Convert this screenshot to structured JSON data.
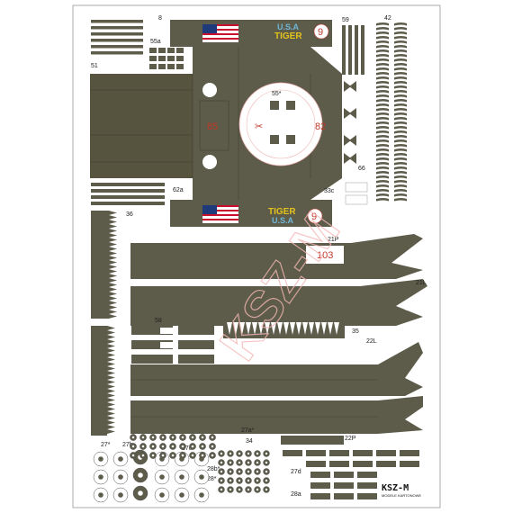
{
  "sheet": {
    "part_labels": {
      "p8": "8",
      "p55a": "55a",
      "p51": "51",
      "p59": "59",
      "p42": "42",
      "p55": "55*",
      "p85": "85",
      "p82": "82",
      "p66": "66",
      "p62a": "62a",
      "p33c": "33c",
      "p36": "36",
      "p21P": "21P",
      "p103": "103",
      "p21L": "21L",
      "p34big": "34",
      "p58": "58",
      "p35": "35",
      "p22L": "22L",
      "p22P": "22P",
      "p27": "27*",
      "p27b": "27b",
      "p27c": "27c",
      "p27a": "27a*",
      "p34": "34",
      "p28b": "28b*",
      "p28": "28*",
      "p27d": "27d",
      "p28a": "28a"
    },
    "decals": {
      "top_tiger": "TIGER",
      "top_usa": "U.S.A",
      "top_number": "9",
      "bottom_tiger": "TIGER",
      "bottom_usa": "U.S.A",
      "bottom_number": "9"
    },
    "logo": {
      "main": "KSZ-M",
      "sub": "MODELE KARTONOWE"
    },
    "watermark": "KSZ-M",
    "colors": {
      "olive": "#5d5b49",
      "olive_dark": "#4c4a3b",
      "red_text": "#c0392b",
      "decal_yellow": "#e3c21d",
      "decal_blue": "#6fb7d8",
      "flag_red": "#c8102e",
      "flag_blue": "#1f3a7a"
    }
  }
}
